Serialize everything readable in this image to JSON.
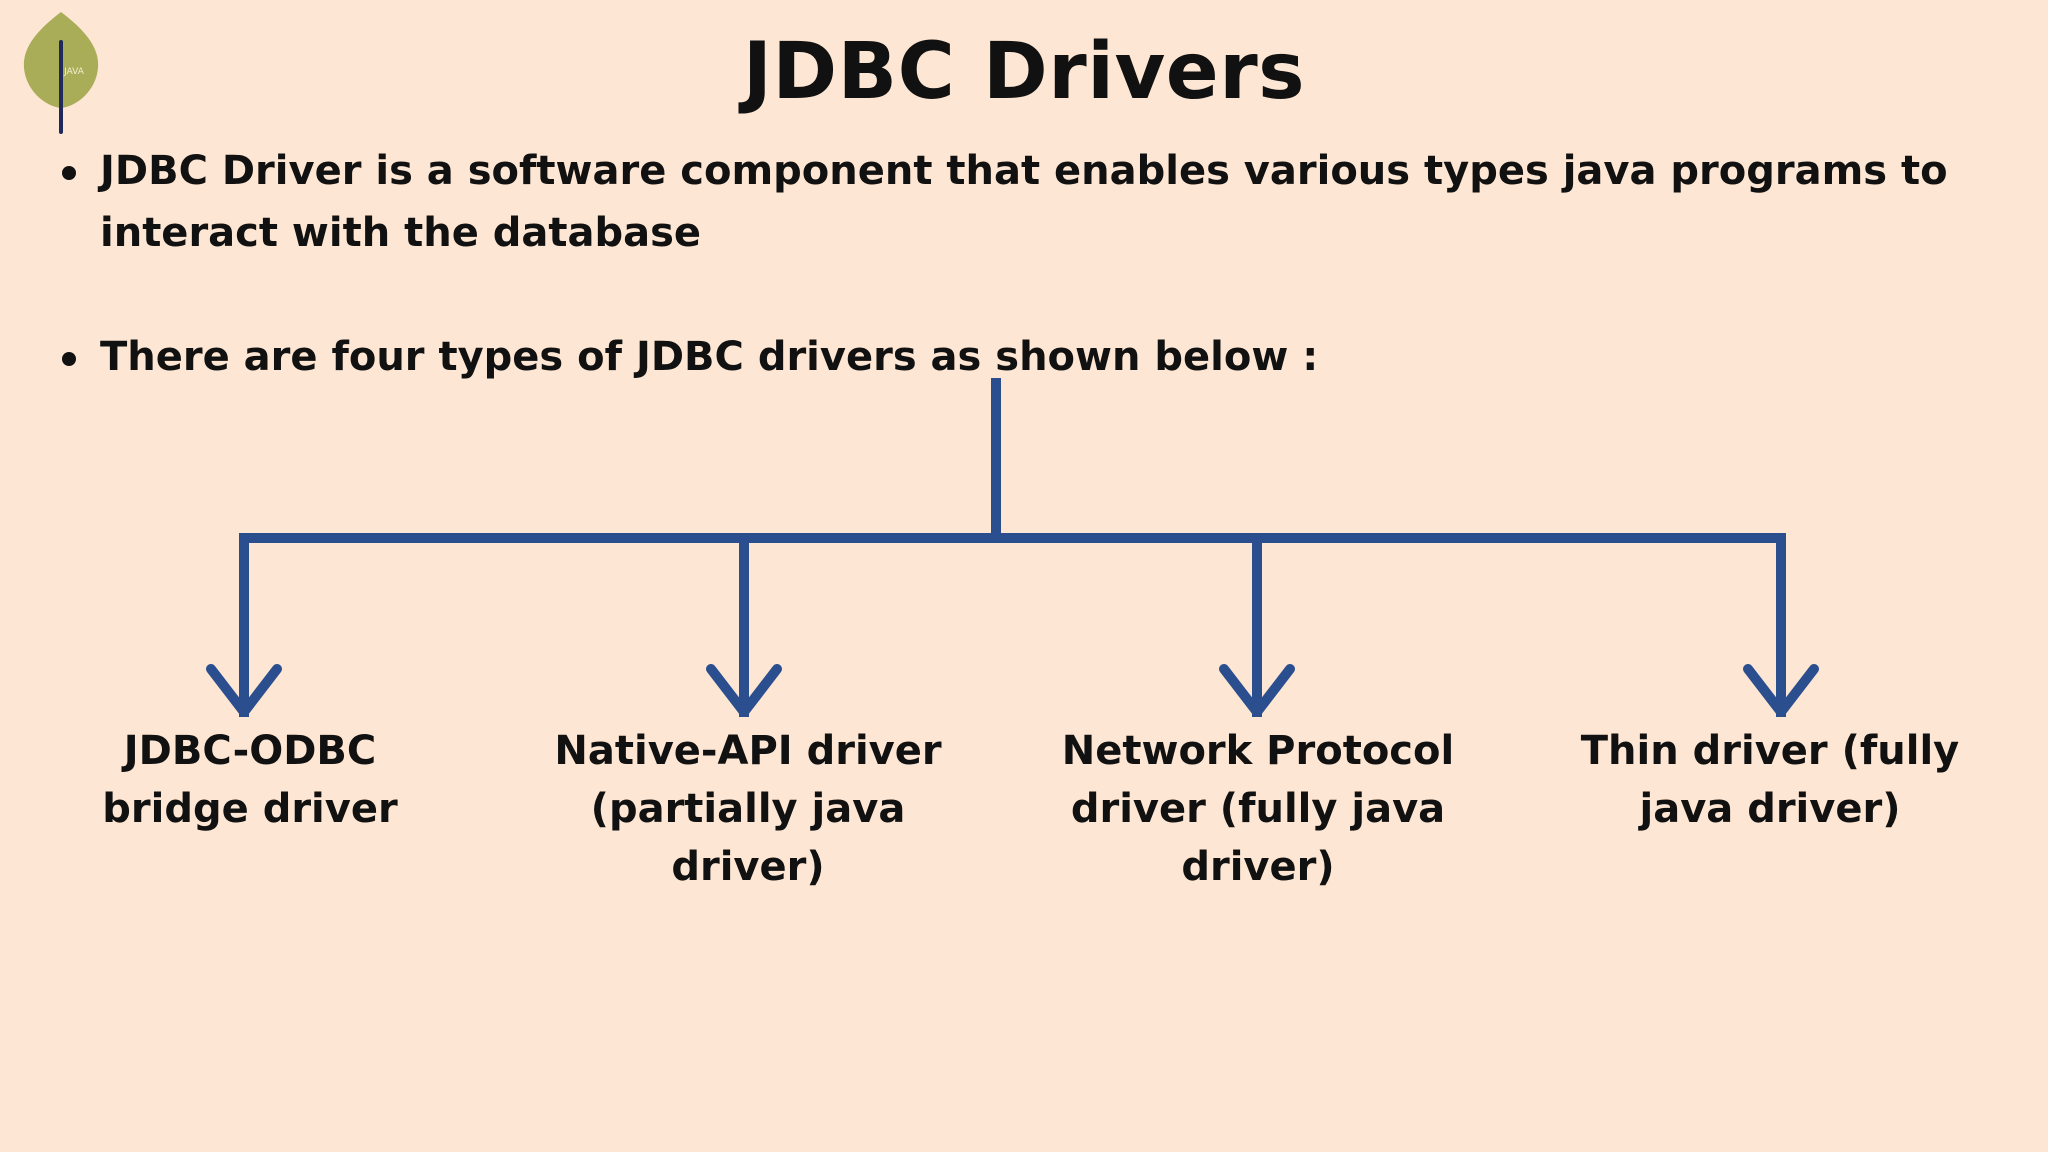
{
  "colors": {
    "background": "#fde6d3",
    "tree_line": "#2b4f8e",
    "text": "#111111",
    "logo_leaf": "#a9ad58",
    "logo_stem": "#1f2a5a"
  },
  "logo": {
    "icon": "leaf-logo",
    "text": "JAVA"
  },
  "title": "JDBC Drivers",
  "bullets": [
    "JDBC Driver is a software component that enables various types java programs to interact with the database",
    "There are four types of JDBC drivers as shown below :"
  ],
  "driver_types": [
    "JDBC-ODBC bridge driver",
    "Native-API driver (partially java driver)",
    "Network Protocol driver (fully java driver)",
    "Thin driver (fully java driver)"
  ]
}
